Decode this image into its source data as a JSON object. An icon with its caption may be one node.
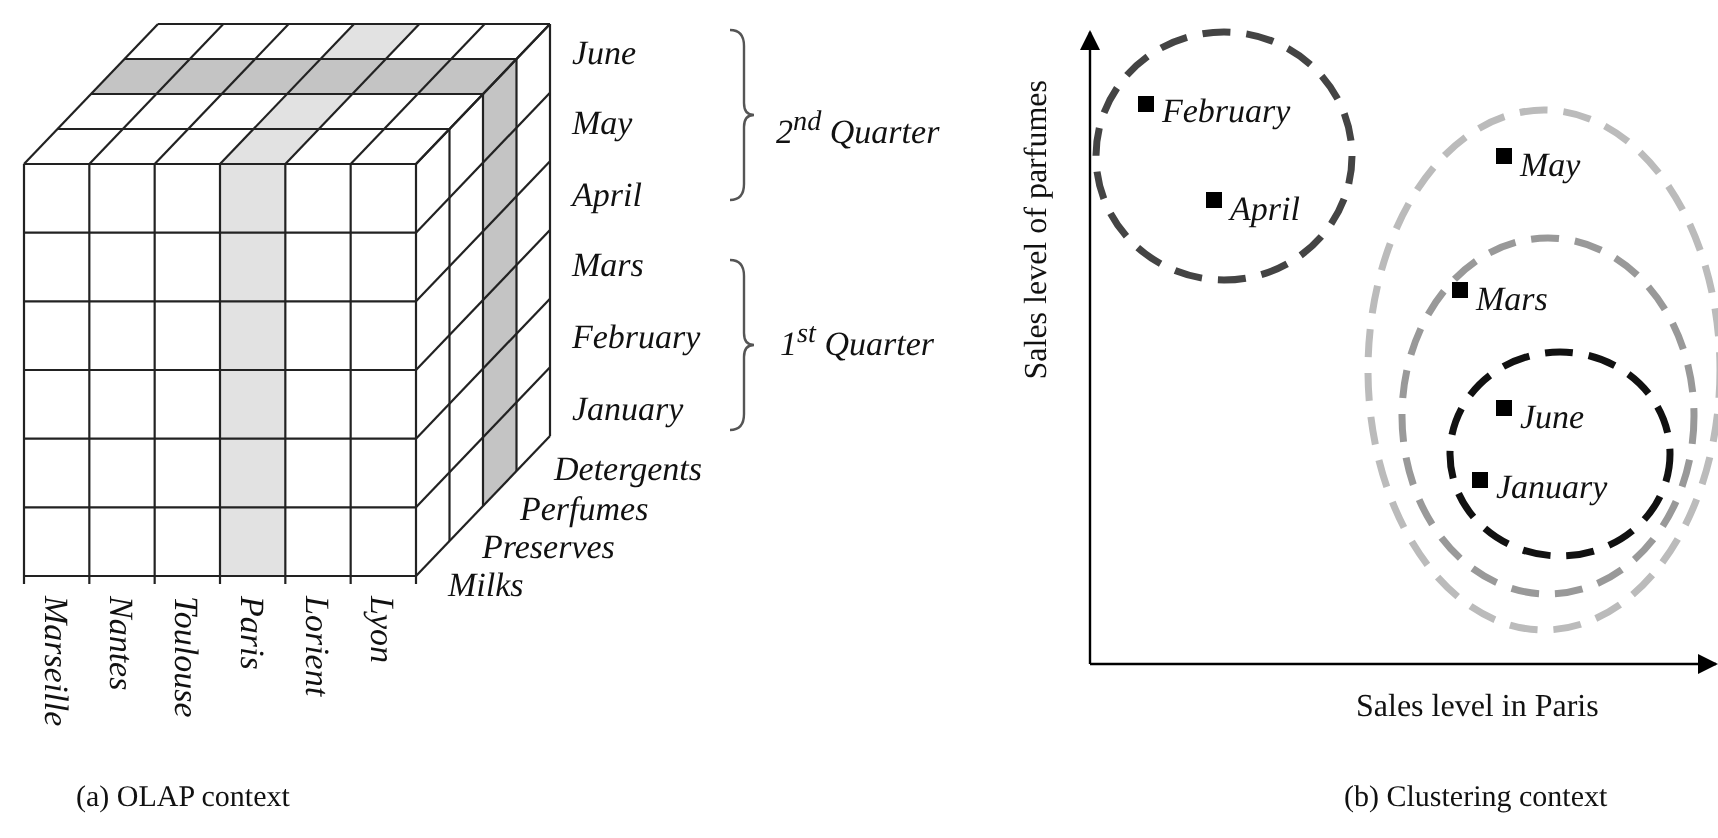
{
  "diagram": {
    "labels": [
      "June",
      "May",
      "April",
      "2$^{nd}$ Quarter",
      "Mars",
      "February",
      "1$^{st}$ Quarter",
      "January",
      "Detergents",
      "Perfumes",
      "Preserves",
      "Milks",
      "Marseille",
      "Nantes",
      "Toulouse",
      "Paris",
      "Lorient",
      "Lyon",
      "Sales level of parfumes",
      "February",
      "May",
      "April",
      "Mars",
      "June",
      "January",
      "Sales level in Paris",
      "(a) OLAP context",
      "(b) Clustering context"
    ]
  }
}
